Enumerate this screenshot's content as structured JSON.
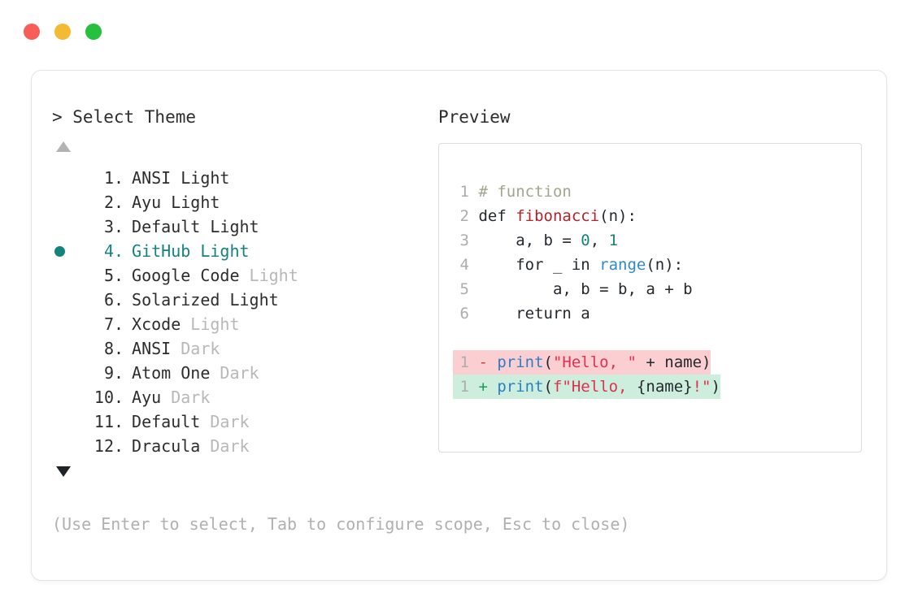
{
  "window": {
    "traffic_lights": [
      {
        "name": "close",
        "color": "#f65e57"
      },
      {
        "name": "minimize",
        "color": "#f4ba32"
      },
      {
        "name": "maximize",
        "color": "#26c03f"
      }
    ]
  },
  "left_panel": {
    "title": "> Select Theme",
    "scroll_up_icon": "triangle-up-icon",
    "scroll_down_icon": "triangle-down-icon",
    "selected_index": 4,
    "selection_bullet_color": "#13837c",
    "items": [
      {
        "index": "1",
        "sep": ".",
        "name": "ANSI Light",
        "variant": "",
        "selected": false
      },
      {
        "index": "2",
        "sep": ".",
        "name": "Ayu Light",
        "variant": "",
        "selected": false
      },
      {
        "index": "3",
        "sep": ".",
        "name": "Default Light",
        "variant": "",
        "selected": false
      },
      {
        "index": "4",
        "sep": ".",
        "name": "GitHub Light",
        "variant": "",
        "selected": true
      },
      {
        "index": "5",
        "sep": ".",
        "name": "Google Code",
        "variant": "Light",
        "selected": false
      },
      {
        "index": "6",
        "sep": ".",
        "name": "Solarized Light",
        "variant": "",
        "selected": false
      },
      {
        "index": "7",
        "sep": ".",
        "name": "Xcode",
        "variant": "Light",
        "selected": false
      },
      {
        "index": "8",
        "sep": ".",
        "name": "ANSI",
        "variant": "Dark",
        "selected": false
      },
      {
        "index": "9",
        "sep": ".",
        "name": "Atom One",
        "variant": "Dark",
        "selected": false
      },
      {
        "index": "10",
        "sep": ".",
        "name": "Ayu",
        "variant": "Dark",
        "selected": false
      },
      {
        "index": "11",
        "sep": ".",
        "name": "Default",
        "variant": "Dark",
        "selected": false
      },
      {
        "index": "12",
        "sep": ".",
        "name": "Dracula",
        "variant": "Dark",
        "selected": false
      }
    ]
  },
  "right_panel": {
    "title": "Preview",
    "code_lines": [
      {
        "ln": "1",
        "tokens": [
          {
            "t": " # function",
            "c": "tok-comment"
          }
        ]
      },
      {
        "ln": "2",
        "tokens": [
          {
            "t": " def ",
            "c": "tok-kw"
          },
          {
            "t": "fibonacci",
            "c": "tok-fn"
          },
          {
            "t": "(n):",
            "c": "tok-plain"
          }
        ]
      },
      {
        "ln": "3",
        "tokens": [
          {
            "t": "     a, b = ",
            "c": "tok-plain"
          },
          {
            "t": "0",
            "c": "tok-num"
          },
          {
            "t": ", ",
            "c": "tok-plain"
          },
          {
            "t": "1",
            "c": "tok-num"
          }
        ]
      },
      {
        "ln": "4",
        "tokens": [
          {
            "t": "     for _ in ",
            "c": "tok-plain"
          },
          {
            "t": "range",
            "c": "tok-builtin"
          },
          {
            "t": "(n):",
            "c": "tok-plain"
          }
        ]
      },
      {
        "ln": "5",
        "tokens": [
          {
            "t": "         a, b = b, a + b",
            "c": "tok-plain"
          }
        ]
      },
      {
        "ln": "6",
        "tokens": [
          {
            "t": "     return a",
            "c": "tok-plain"
          }
        ]
      }
    ],
    "diff_lines": [
      {
        "ln": "1",
        "marker": "-",
        "kind": "del",
        "tokens": [
          {
            "t": "print",
            "c": "tok-call"
          },
          {
            "t": "(",
            "c": "tok-plain"
          },
          {
            "t": "\"Hello, \"",
            "c": "tok-str"
          },
          {
            "t": " + name)",
            "c": "tok-plain"
          }
        ]
      },
      {
        "ln": "1",
        "marker": "+",
        "kind": "add",
        "tokens": [
          {
            "t": "print",
            "c": "tok-call"
          },
          {
            "t": "(",
            "c": "tok-plain"
          },
          {
            "t": "f\"Hello, ",
            "c": "tok-str"
          },
          {
            "t": "{name}",
            "c": "tok-plain"
          },
          {
            "t": "!\"",
            "c": "tok-str"
          },
          {
            "t": ")",
            "c": "tok-plain"
          }
        ]
      }
    ]
  },
  "footer": {
    "hint": "(Use Enter to select, Tab to configure scope, Esc to close)"
  }
}
